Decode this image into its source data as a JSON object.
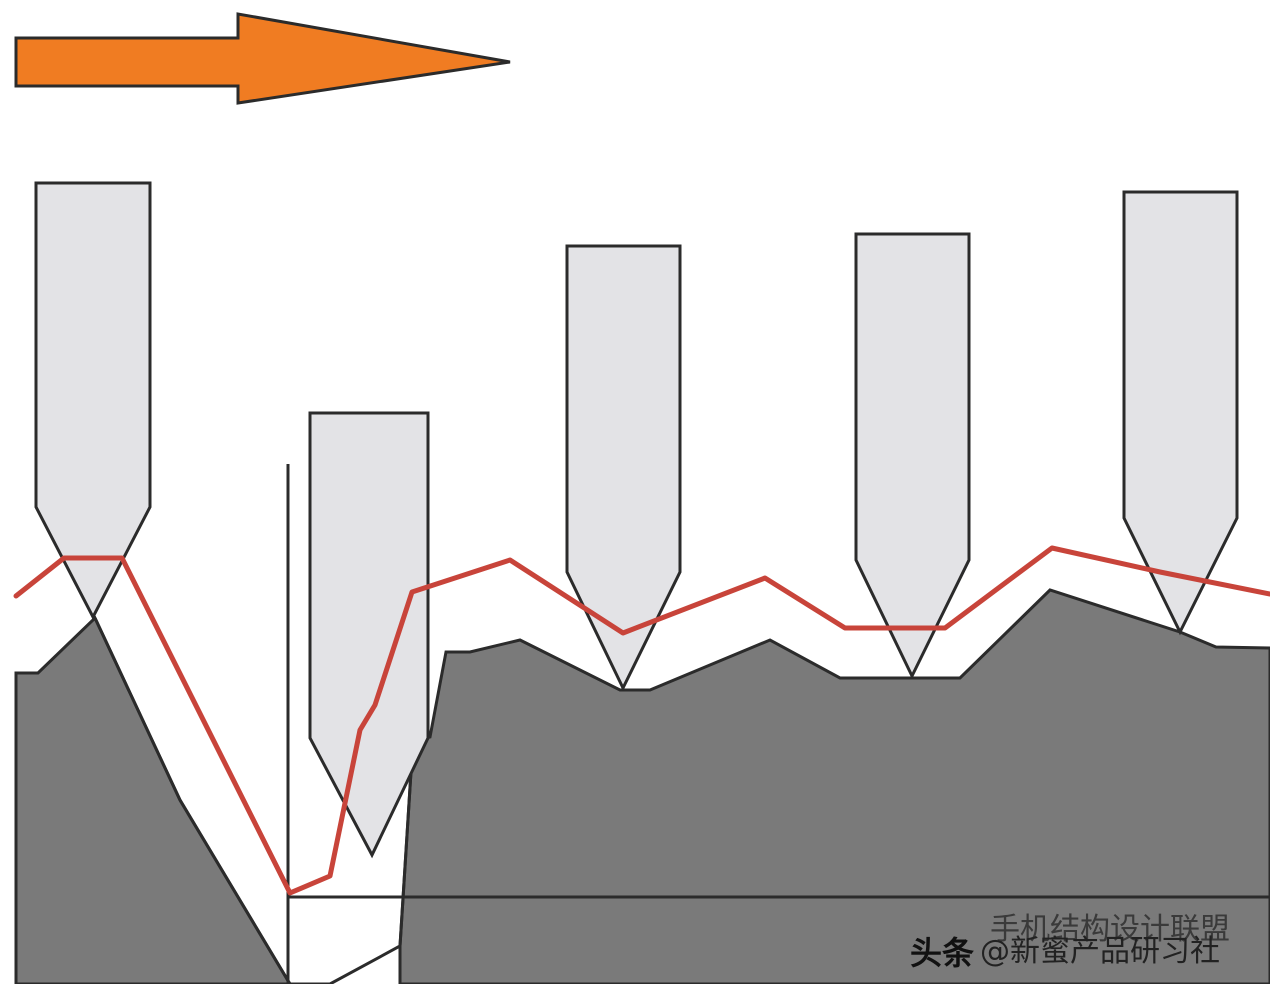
{
  "colors": {
    "arrow_fill": "#f07c22",
    "arrow_stroke": "#2b2b2b",
    "probe_fill": "#e3e3e6",
    "probe_stroke": "#2b2b2b",
    "surface_fill": "#7a7a7a",
    "surface_stroke": "#2b2b2b",
    "trace_color": "#c8443a",
    "baseline_color": "#2b2b2b"
  },
  "watermark": {
    "logo": "头条",
    "handle": "@新蜜产品研习社",
    "overlay": "手机结构设计联盟"
  },
  "icons": {
    "direction_arrow": "right-arrow-icon",
    "wechat": "wechat-icon"
  }
}
